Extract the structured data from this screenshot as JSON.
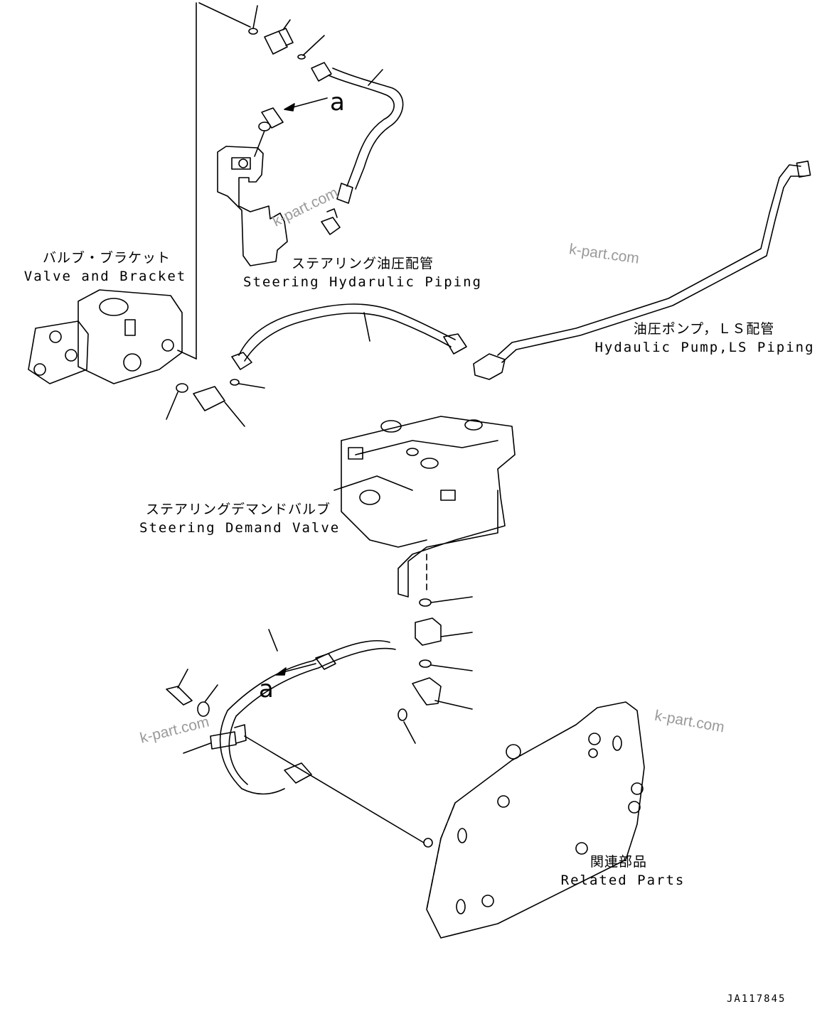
{
  "labels": {
    "valve_bracket_jp": "バルブ・ブラケット",
    "valve_bracket_en": "Valve and Bracket",
    "steering_piping_jp": "ステアリング油圧配管",
    "steering_piping_en": "Steering Hydarulic Piping",
    "pump_ls_jp": "油圧ポンプ，ＬＳ配管",
    "pump_ls_en": "Hydaulic Pump,LS Piping",
    "demand_valve_jp": "ステアリングデマンドバルブ",
    "demand_valve_en": "Steering Demand Valve",
    "related_jp": "関連部品",
    "related_en": "Related Parts"
  },
  "callouts": {
    "a_top": "a",
    "a_bottom": "a"
  },
  "watermarks": [
    "k-part.com",
    "k-part.com",
    "k-part.com",
    "k-part.com"
  ],
  "drawing_code": "JA117845"
}
